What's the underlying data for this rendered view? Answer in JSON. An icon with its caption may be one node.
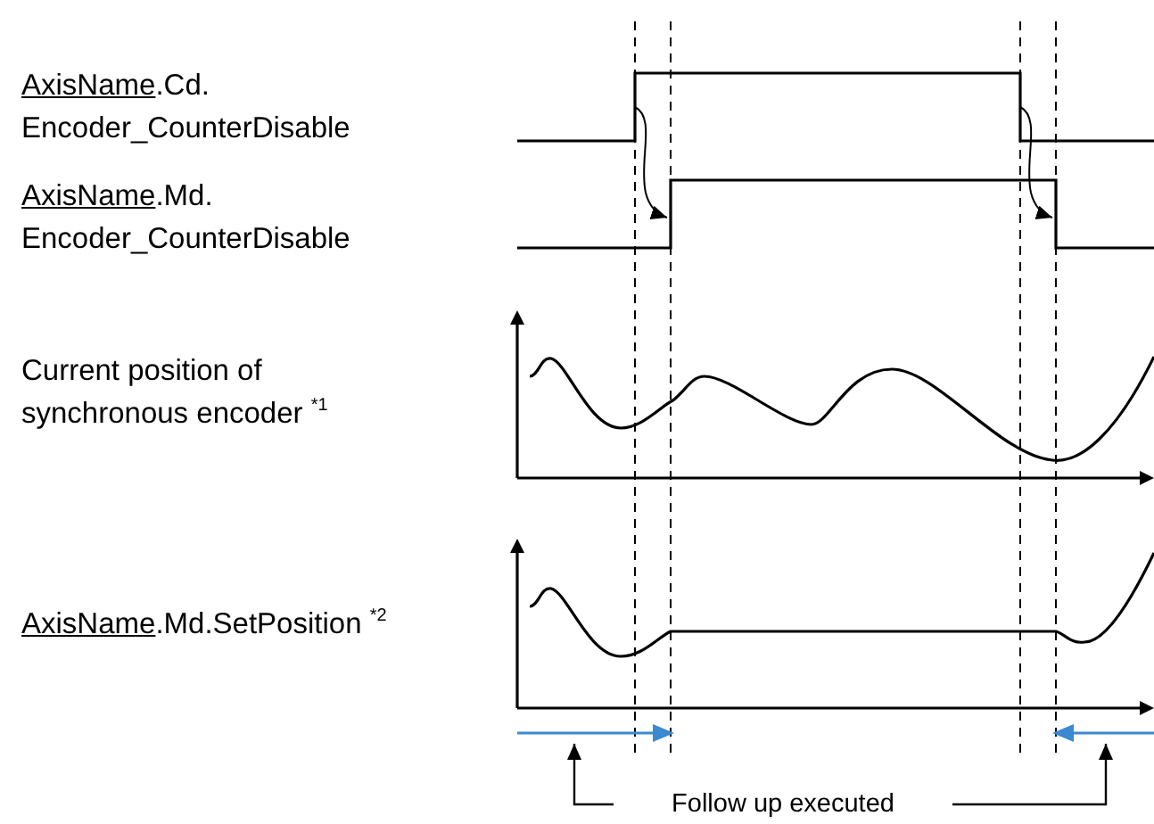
{
  "diagram": {
    "nodes": [
      {
        "text": [
          "Follow up executed"
        ]
      },
      {
        "text": [],
        "shape": "arrow"
      },
      {
        "text": [],
        "shape": "arrow"
      }
    ],
    "edges": [
      {
        "from": 0,
        "to": 1,
        "arrow": "to"
      },
      {
        "from": 0,
        "to": 2,
        "arrow": "to"
      }
    ],
    "labels": [
      "AxisName.Cd. Encoder_CounterDisable",
      "AxisName.Md. Encoder_CounterDisable",
      "Current position of synchronous encoder $^{*1}$",
      "AxisName.Md.SetPosition $^{*2}$"
    ]
  }
}
